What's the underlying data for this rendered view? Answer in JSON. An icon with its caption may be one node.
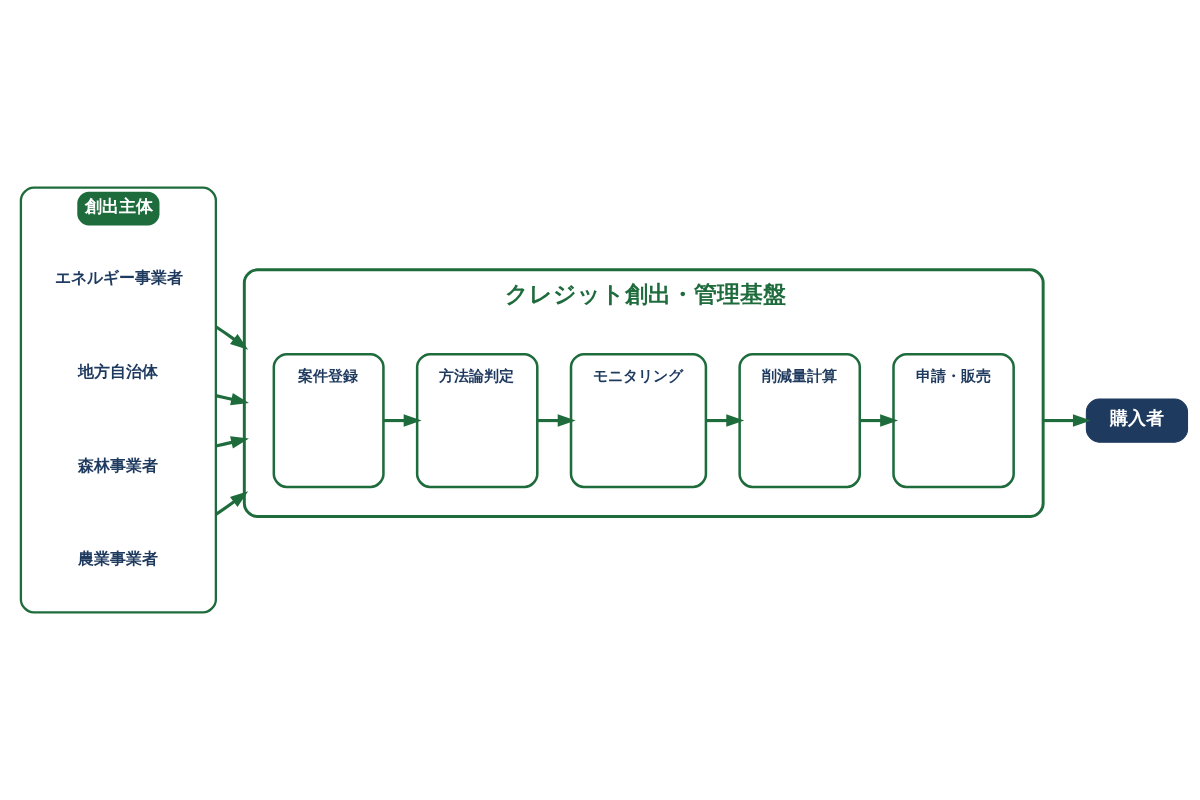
{
  "diagram": {
    "nodes": [
      {
        "text": [
          "創出主体"
        ]
      },
      {
        "text": [
          "エネルギー事業者"
        ],
        "in": 0
      },
      {
        "text": [
          "地方自治体"
        ],
        "in": 0
      },
      {
        "text": [
          "森林事業者"
        ],
        "in": 0
      },
      {
        "text": [
          "農業事業者"
        ],
        "in": 0
      },
      {
        "text": [
          "クレジット創出・管理基盤"
        ]
      },
      {
        "text": [
          "案件登録"
        ],
        "in": 5
      },
      {
        "text": [
          "方法論判定"
        ],
        "in": 5
      },
      {
        "text": [
          "モニタリング"
        ],
        "in": 5
      },
      {
        "text": [
          "削減量計算"
        ],
        "in": 5
      },
      {
        "text": [
          "申請・販売"
        ],
        "in": 5
      },
      {
        "text": [
          "購入者"
        ]
      }
    ],
    "edges": [
      {
        "from": 0,
        "to": 5,
        "arrow": "to"
      },
      {
        "from": 0,
        "to": 5,
        "arrow": "to"
      },
      {
        "from": 0,
        "to": 5,
        "arrow": "to"
      },
      {
        "from": 0,
        "to": 5,
        "arrow": "to"
      },
      {
        "from": 6,
        "to": 7,
        "arrow": "to"
      },
      {
        "from": 7,
        "to": 8,
        "arrow": "to"
      },
      {
        "from": 8,
        "to": 9,
        "arrow": "to"
      },
      {
        "from": 9,
        "to": 10,
        "arrow": "to"
      },
      {
        "from": 5,
        "to": 11,
        "arrow": "to"
      }
    ]
  }
}
